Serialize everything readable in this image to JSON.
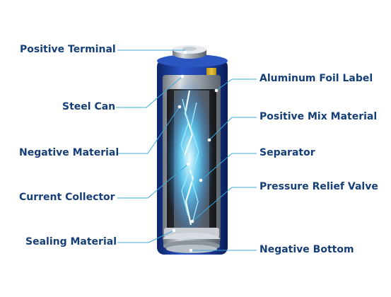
{
  "labels": {
    "positive_terminal": "Positive Terminal",
    "steel_can": "Steel Can",
    "negative_material": "Negative Material",
    "current_collector": "Current Collector",
    "sealing_material": "Sealing Material",
    "aluminum_foil_label": "Aluminum Foil Label",
    "positive_mix_material": "Positive Mix Material",
    "separator": "Separator",
    "pressure_relief_valve": "Pressure Relief Valve",
    "negative_bottom": "Negative Bottom"
  },
  "colors": {
    "label_text": "#163f78",
    "leader_line": "#3fa9d6",
    "battery_blue": "#1f3f9e",
    "battery_yellow": "#f2c200",
    "energy_glow": "#5fd4ff"
  }
}
